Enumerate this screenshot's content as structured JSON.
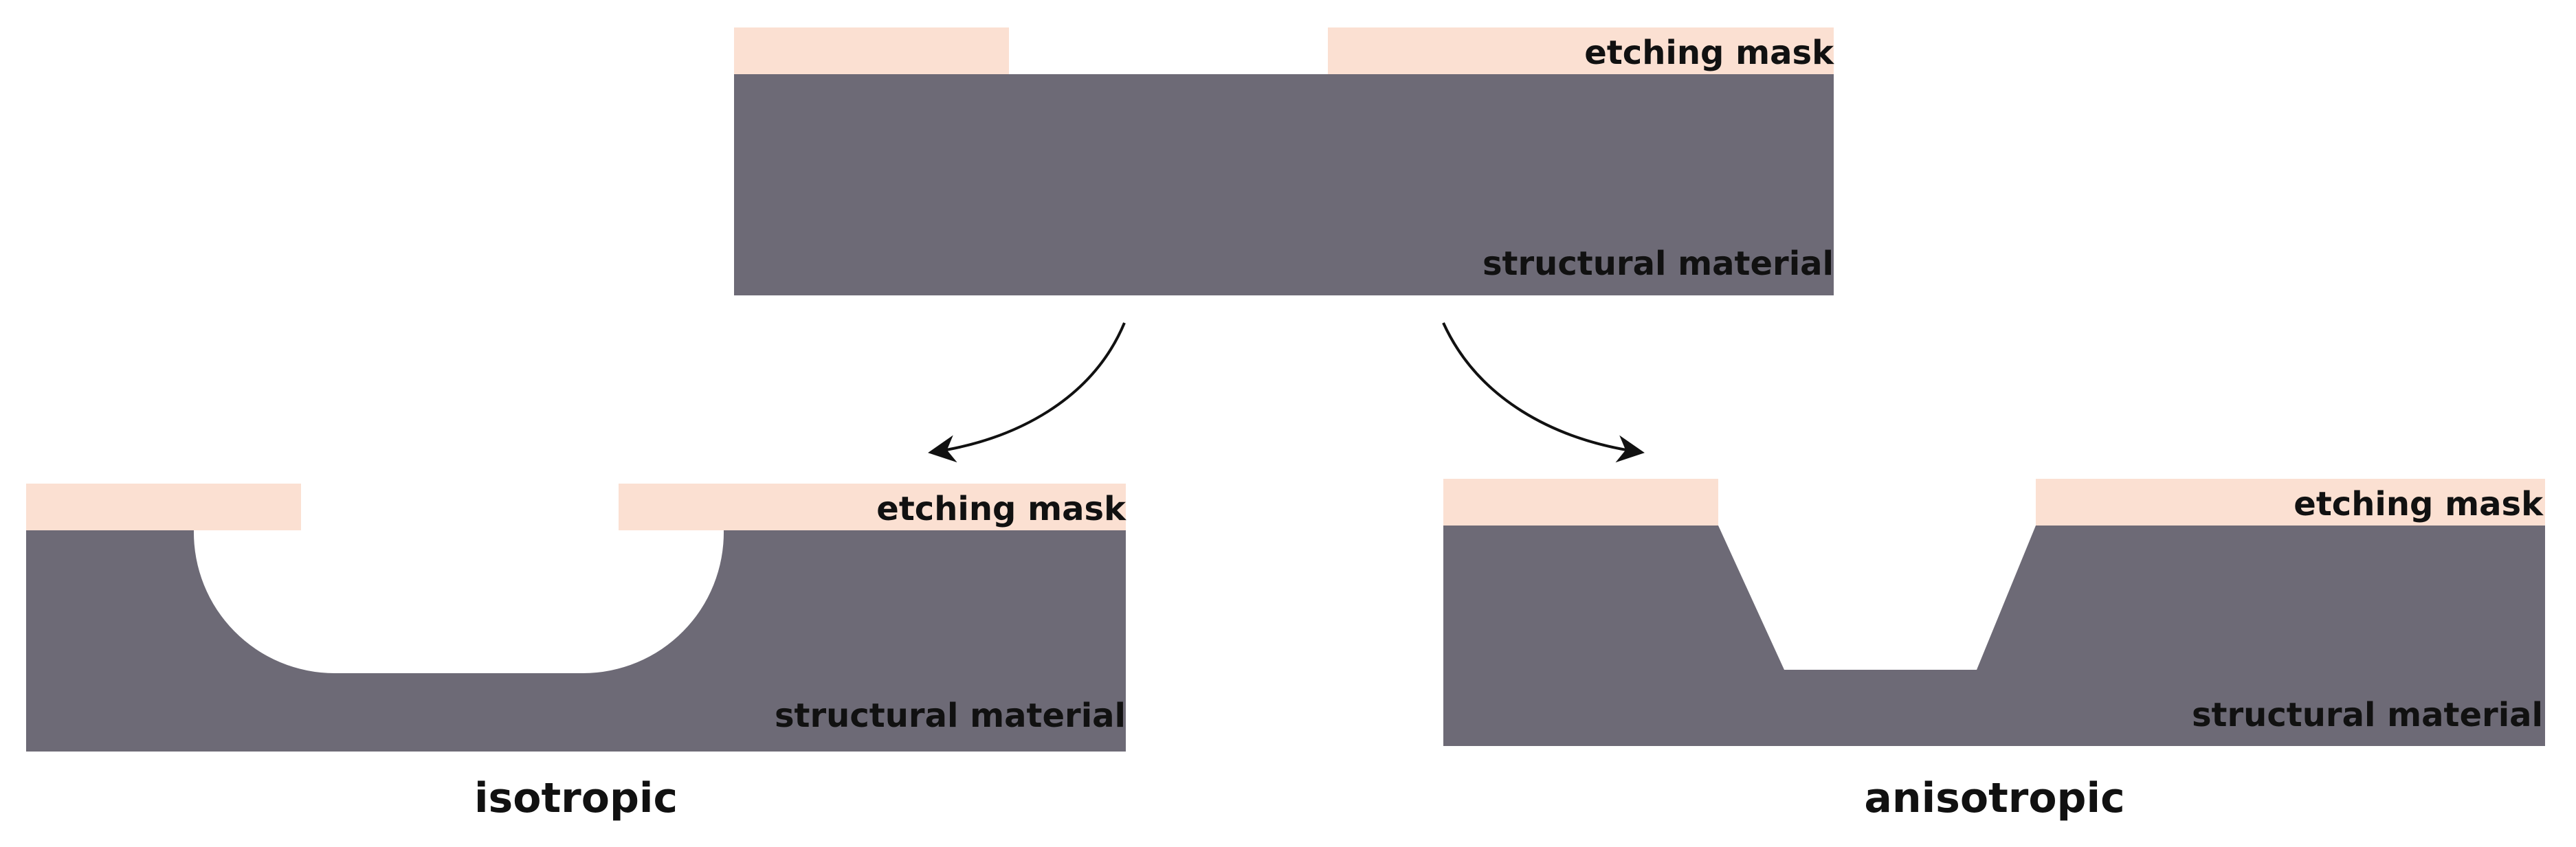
{
  "colors": {
    "structural_material": "#6d6a76",
    "etching_mask": "#fbe0d2",
    "text": "#111111",
    "arrow": "#111111",
    "background": "#ffffff"
  },
  "top_panel": {
    "mask_label": "etching mask",
    "material_label": "structural material"
  },
  "isotropic_panel": {
    "mask_label": "etching mask",
    "material_label": "structural material",
    "caption": "isotropic"
  },
  "anisotropic_panel": {
    "mask_label": "etching mask",
    "material_label": "structural material",
    "caption": "anisotropic"
  }
}
